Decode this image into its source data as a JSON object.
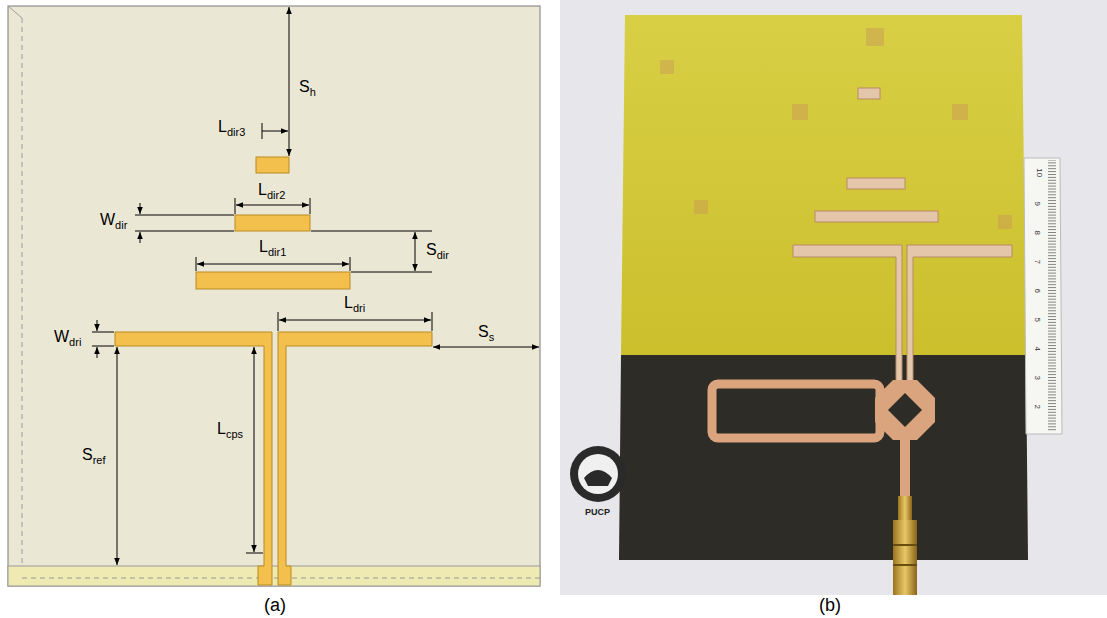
{
  "diagram": {
    "labels": [
      "Sh",
      "Ldir3",
      "Ldir2",
      "Wdir",
      "Ldir1",
      "Sdir",
      "Ldri",
      "Wdri",
      "Ss",
      "Sref",
      "Lcps",
      "(a)",
      "(b)",
      "PUCP",
      "10",
      "9",
      "8",
      "7",
      "6",
      "5",
      "4",
      "3",
      "2"
    ]
  }
}
